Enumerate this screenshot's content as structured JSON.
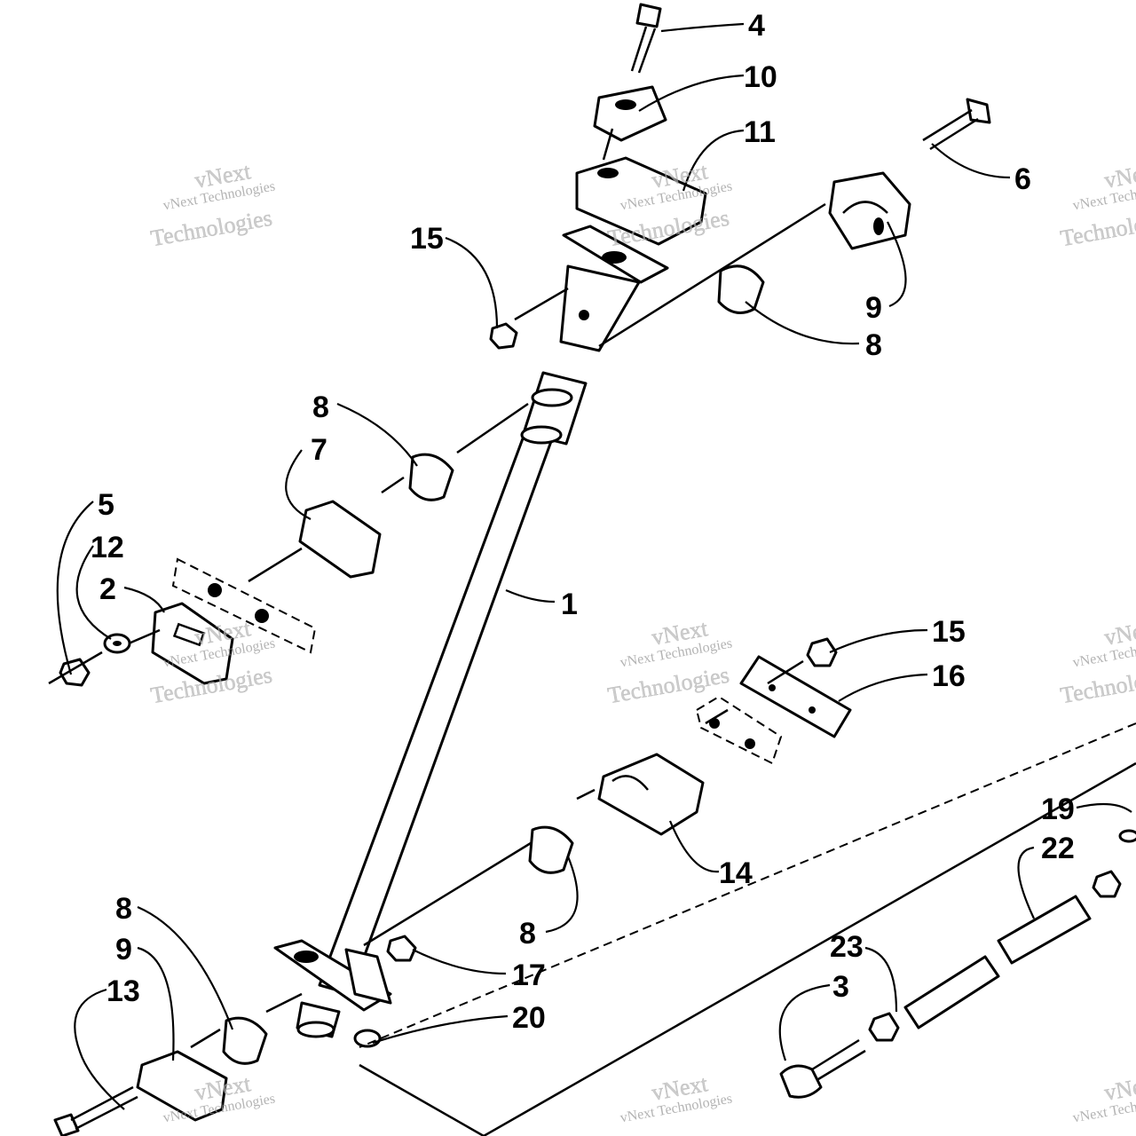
{
  "callouts": [
    "1",
    "2",
    "3",
    "4",
    "5",
    "6",
    "7",
    "8",
    "9",
    "10",
    "11",
    "12",
    "13",
    "14",
    "15",
    "16",
    "17",
    "19",
    "20",
    "22",
    "23"
  ],
  "watermark": {
    "line1": "vNext Technologies",
    "line2": "vNext",
    "line3": "Technologies"
  }
}
